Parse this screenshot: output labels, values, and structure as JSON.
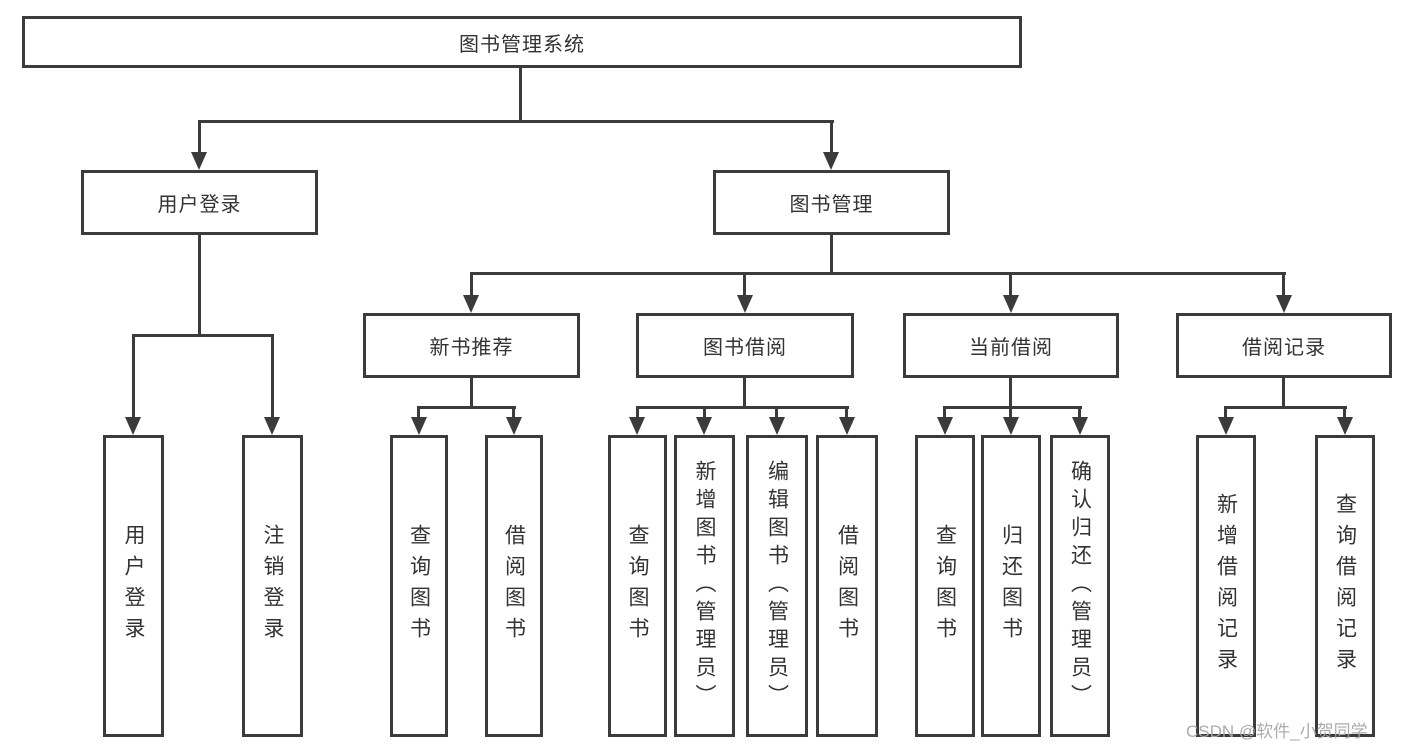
{
  "diagram": {
    "title": "图书管理系统",
    "branches": [
      {
        "label": "用户登录",
        "children": [
          {
            "label": "用户登录"
          },
          {
            "label": "注销登录"
          }
        ]
      },
      {
        "label": "图书管理",
        "children": [
          {
            "label": "新书推荐",
            "children": [
              {
                "label": "查询图书"
              },
              {
                "label": "借阅图书"
              }
            ]
          },
          {
            "label": "图书借阅",
            "children": [
              {
                "label": "查询图书"
              },
              {
                "label": "新增图书（管理员）"
              },
              {
                "label": "编辑图书（管理员）"
              },
              {
                "label": "借阅图书"
              }
            ]
          },
          {
            "label": "当前借阅",
            "children": [
              {
                "label": "查询图书"
              },
              {
                "label": "归还图书"
              },
              {
                "label": "确认归还（管理员）"
              }
            ]
          },
          {
            "label": "借阅记录",
            "children": [
              {
                "label": "新增借阅记录"
              },
              {
                "label": "查询借阅记录"
              }
            ]
          }
        ]
      }
    ],
    "colors": {
      "line": "#3b3b3b",
      "text": "#333333",
      "background": "#ffffff",
      "watermark": "#a8a8a8"
    }
  },
  "watermark": {
    "text": "CSDN @软件_小贺同学"
  }
}
